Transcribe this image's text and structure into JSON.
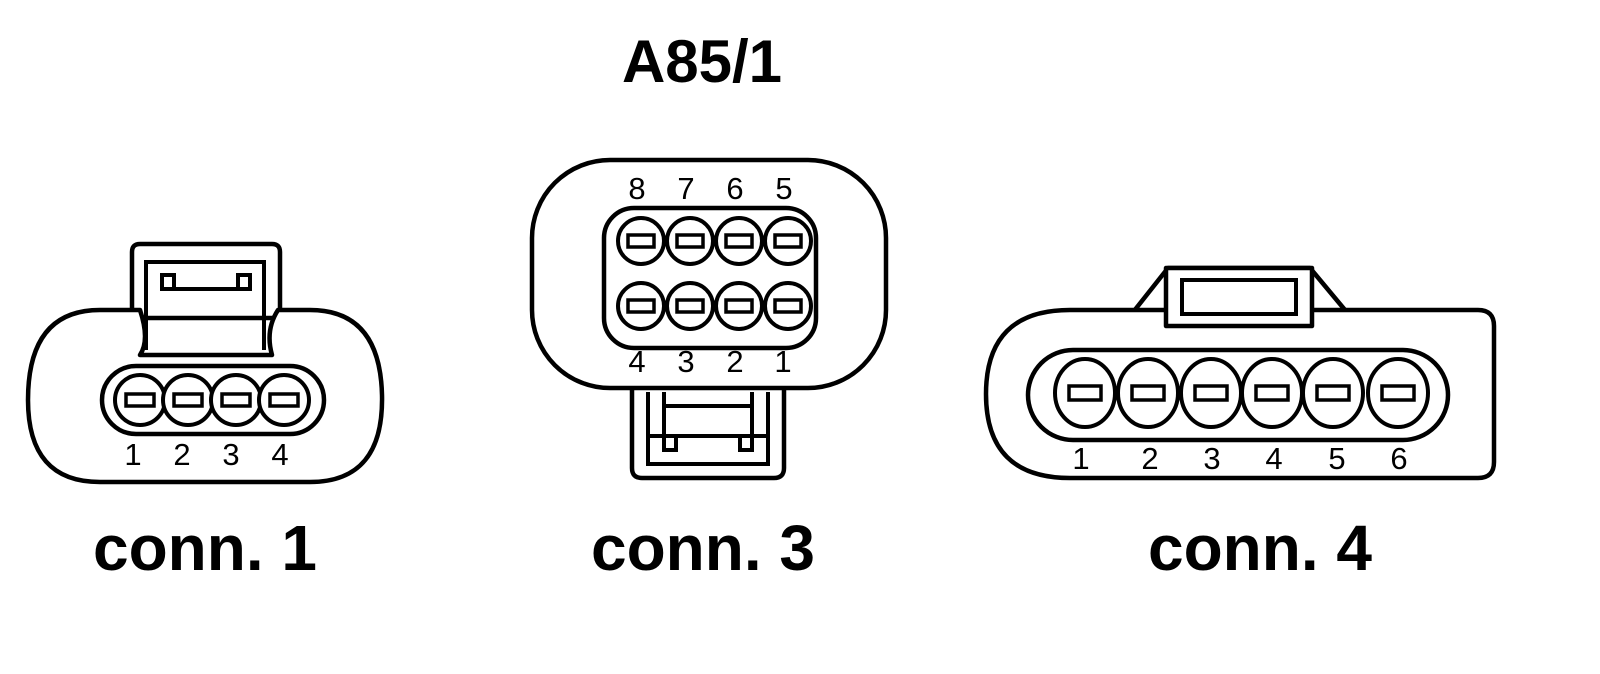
{
  "title": "A85/1",
  "connectors": [
    {
      "id": "conn1",
      "label": "conn. 1",
      "pins": [
        "1",
        "2",
        "3",
        "4"
      ]
    },
    {
      "id": "conn3",
      "label": "conn. 3",
      "top_row_pins": [
        "8",
        "7",
        "6",
        "5"
      ],
      "bottom_row_pins": [
        "4",
        "3",
        "2",
        "1"
      ]
    },
    {
      "id": "conn4",
      "label": "conn. 4",
      "pins": [
        "1",
        "2",
        "3",
        "4",
        "5",
        "6"
      ]
    }
  ]
}
